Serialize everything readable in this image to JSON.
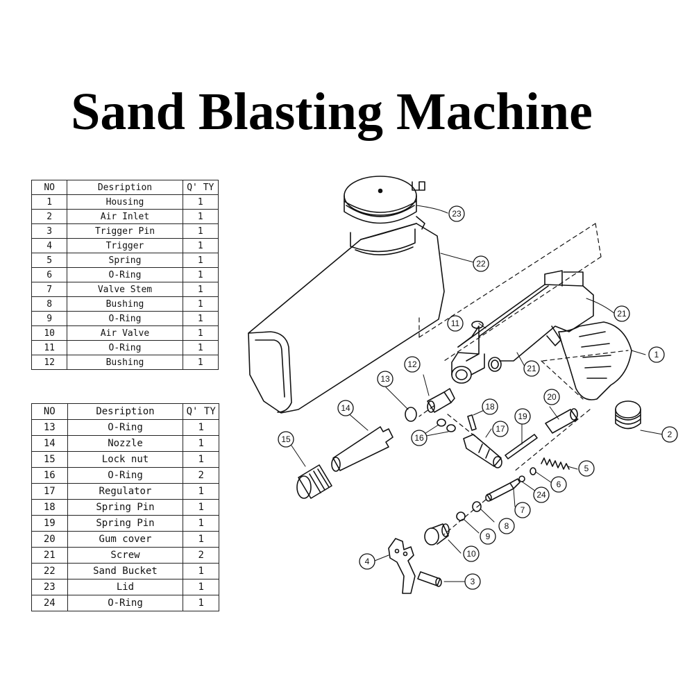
{
  "title": "Sand Blasting Machine",
  "table_headers": {
    "no": "NO",
    "description": "Desription",
    "qty": "Q' TY"
  },
  "parts_table_1": [
    {
      "no": "1",
      "description": "Housing",
      "qty": "1"
    },
    {
      "no": "2",
      "description": "Air Inlet",
      "qty": "1"
    },
    {
      "no": "3",
      "description": "Trigger Pin",
      "qty": "1"
    },
    {
      "no": "4",
      "description": "Trigger",
      "qty": "1"
    },
    {
      "no": "5",
      "description": "Spring",
      "qty": "1"
    },
    {
      "no": "6",
      "description": "O-Ring",
      "qty": "1"
    },
    {
      "no": "7",
      "description": "Valve Stem",
      "qty": "1"
    },
    {
      "no": "8",
      "description": "Bushing",
      "qty": "1"
    },
    {
      "no": "9",
      "description": "O-Ring",
      "qty": "1"
    },
    {
      "no": "10",
      "description": "Air Valve",
      "qty": "1"
    },
    {
      "no": "11",
      "description": "O-Ring",
      "qty": "1"
    },
    {
      "no": "12",
      "description": "Bushing",
      "qty": "1"
    }
  ],
  "parts_table_2": [
    {
      "no": "13",
      "description": "O-Ring",
      "qty": "1"
    },
    {
      "no": "14",
      "description": "Nozzle",
      "qty": "1"
    },
    {
      "no": "15",
      "description": "Lock nut",
      "qty": "1"
    },
    {
      "no": "16",
      "description": "O-Ring",
      "qty": "2"
    },
    {
      "no": "17",
      "description": "Regulator",
      "qty": "1"
    },
    {
      "no": "18",
      "description": "Spring Pin",
      "qty": "1"
    },
    {
      "no": "19",
      "description": "Spring Pin",
      "qty": "1"
    },
    {
      "no": "20",
      "description": "Gum cover",
      "qty": "1"
    },
    {
      "no": "21",
      "description": "Screw",
      "qty": "2"
    },
    {
      "no": "22",
      "description": "Sand Bucket",
      "qty": "1"
    },
    {
      "no": "23",
      "description": "Lid",
      "qty": "1"
    },
    {
      "no": "24",
      "description": "O-Ring",
      "qty": "1"
    }
  ],
  "diagram_callouts": [
    "1",
    "2",
    "3",
    "4",
    "5",
    "6",
    "7",
    "8",
    "9",
    "10",
    "11",
    "12",
    "13",
    "14",
    "15",
    "16",
    "17",
    "18",
    "19",
    "20",
    "21",
    "21",
    "22",
    "23",
    "24"
  ]
}
